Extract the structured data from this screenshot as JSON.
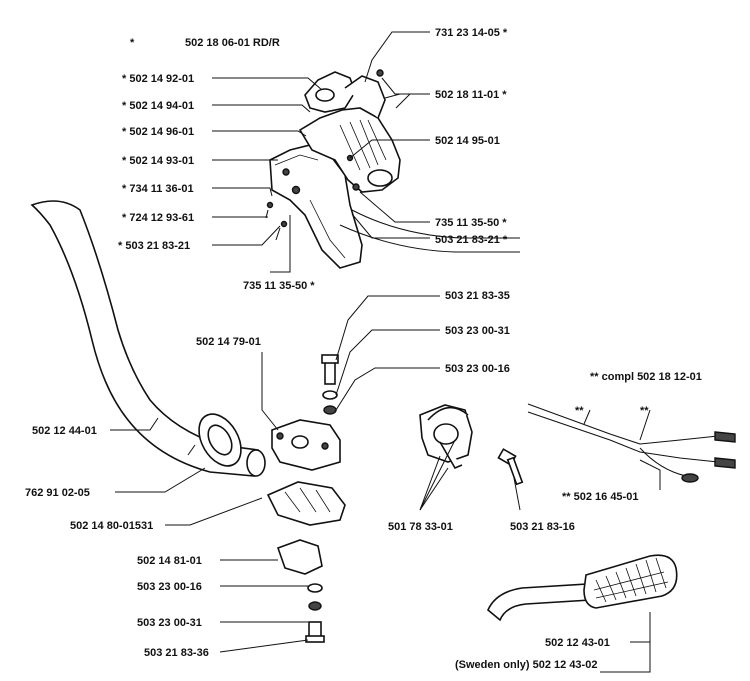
{
  "labels": {
    "top_note": "502 18 06-01 RD/R",
    "top_note_star": "*",
    "p1": "* 502 14 92-01",
    "p2": "* 502 14 94-01",
    "p3": "* 502 14 96-01",
    "p4": "* 502 14 93-01",
    "p5": "* 734 11 36-01",
    "p6": "* 724 12 93-61",
    "p7": "* 503 21 83-21",
    "p8": "735 11 35-50 *",
    "p9": "731 23 14-05 *",
    "p10": "502 18 11-01 *",
    "p11": "502 14 95-01",
    "p12": "735 11 35-50 *",
    "p13": "503 21 83-21 *",
    "p14": "503 21 83-35",
    "p15": "503 23 00-31",
    "p16": "503 23 00-16",
    "p17": "502 14 79-01",
    "p18": "502 12 44-01",
    "p19": "762 91 02-05",
    "p20": "502 14 80-01531",
    "p21": "502 14 81-01",
    "p22": "503 23 00-16",
    "p23": "503 23 00-31",
    "p24": "503 21 83-36",
    "p25": "501 78 33-01",
    "p26": "503 21 83-16",
    "p27": "** compl 502 18 12-01",
    "p28": "**",
    "p29": "**",
    "p30": "** 502 16 45-01",
    "p31": "502 12 43-01",
    "p32": "(Sweden only) 502 12 43-02"
  }
}
